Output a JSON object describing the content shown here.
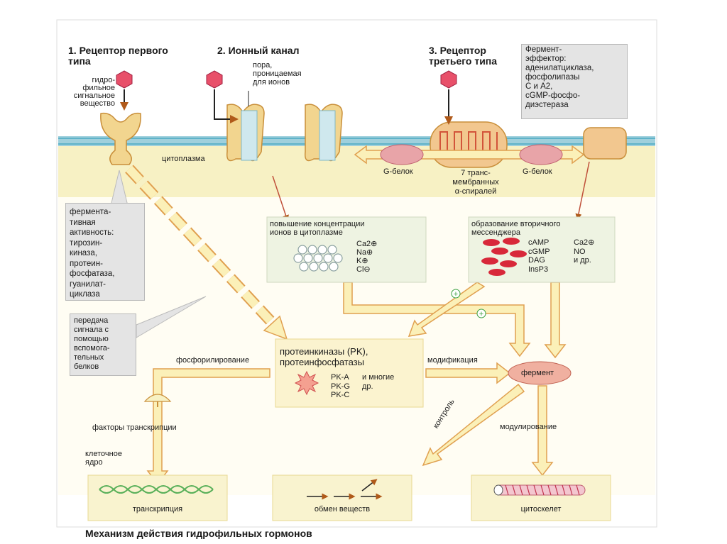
{
  "colors": {
    "membrane": "#f6efb0",
    "membrane_line": "#5fb3c9",
    "receptor": "#f2d58f",
    "receptor_stroke": "#c98f3a",
    "arrow_fill": "#fbf0b8",
    "arrow_stroke": "#e0a050",
    "hormone": "#e8506a",
    "gprotein": "#e8a4a8",
    "red_ellipse": "#d8283a",
    "note_box": "#e4e4e4",
    "green_box": "#eef3e2",
    "yellow_box": "#fbf3cf"
  },
  "receptor1": {
    "title": "1. Рецептор первого\nтипа",
    "ligand_label": "гидро-\nфильное\nсигнальное\nвещество"
  },
  "ion_channel": {
    "title": "2. Ионный канал",
    "pore_label": "пора,\nпроницаемая\nдля ионов"
  },
  "receptor3": {
    "title": "3. Рецептор\nтретьего типа",
    "effector_label": "Фермент-\nэффектор:\nаденилатциклаза,\nфосфолипазы\nC и A2,\ncGMP-фосфо-\nдиэстераза",
    "g_protein_left": "G-белок",
    "g_protein_right": "G-белок",
    "helices_label": "7 транс-\nмембранных\nα-спиралей"
  },
  "cytoplasm_label": "цитоплазма",
  "enzymatic_box": "фермента-\nтивная\nактивность:\nтирозин-\nкиназа,\nпротеин-\nфосфатаза,\nгуанилат-\nциклаза",
  "helper_box": "передача\nсигнала с\nпомощью\nвспомога-\nтельных\nбелков",
  "ion_box": {
    "title": "повышение концентрации\nионов в цитоплазме",
    "ions": "Ca2⊕\nNa⊕\nK⊕\nCl⊖"
  },
  "messenger_box": {
    "title": "образование вторичного\nмессенджера",
    "col1": "cAMP\ncGMP\nDAG\nInsP3",
    "col2": "Ca2⊕\nNO\nи др."
  },
  "kinase_box": {
    "title": "протеинкиназы (PK),\nпротеинфосфатазы",
    "list": "PK-A\nPK-G\nPK-C",
    "note": "и многие\nдр."
  },
  "labels": {
    "phosphorylation": "фосфорилирование",
    "modification": "модификация",
    "enzyme": "фермент",
    "transcription_factors": "факторы транскрипции",
    "nucleus": "клеточное\nядро",
    "control": "контроль",
    "modulation": "модулирование"
  },
  "outputs": {
    "transcription": "транскрипция",
    "metabolism": "обмен веществ",
    "cytoskeleton": "цитоскелет"
  },
  "caption": "Механизм действия гидрофильных гормонов"
}
